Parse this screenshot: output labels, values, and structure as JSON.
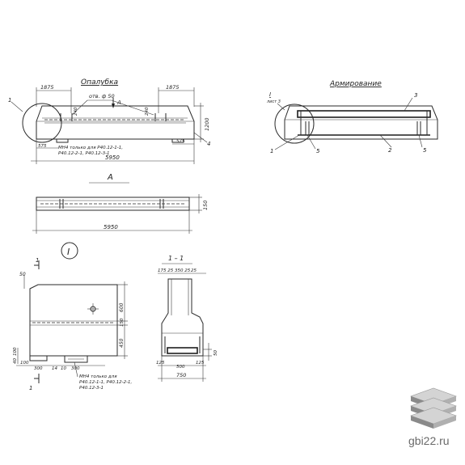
{
  "views": {
    "formwork_title": "Опалубка",
    "reinforcement_title": "Армирование",
    "view_a_label": "А",
    "detail_label": "I",
    "section_label": "1 – 1"
  },
  "formwork": {
    "dim_left_top": "1875",
    "dim_right_top": "1875",
    "hole_note": "отв. ф 50",
    "view_arrow": "А",
    "dim_240_left": "240",
    "dim_240_right": "240",
    "dim_height": "1200",
    "dim_overall": "5950",
    "dim_575_left": "575",
    "dim_575_right": "575",
    "note_line1": "МН4  только для Р40.12-1-1,",
    "note_line2": "Р40.12-2-1, Р40.12-3-1",
    "callout_1": "1",
    "callout_4": "4"
  },
  "reinforcement": {
    "callout_detail": "I",
    "callout_detail_sheet": "лист 3",
    "callout_3": "3",
    "callout_1": "1",
    "callout_5a": "5",
    "callout_2": "2",
    "callout_5b": "5"
  },
  "view_a": {
    "dim_length": "5950",
    "dim_height": "150"
  },
  "detail": {
    "dim_50_top": "50",
    "dim_600": "600",
    "dim_150": "150",
    "dim_450": "450",
    "dim_100": "100",
    "dim_40": "40",
    "dim_100_left": "100",
    "dim_300_a": "300",
    "dim_14": "14",
    "dim_10": "10",
    "dim_300_b": "300",
    "section_mark_top": "1",
    "section_mark_bottom": "1",
    "note_line1": "МН4  только для",
    "note_line2": "Р40.12-1-1, Р40.12-2-1,",
    "note_line3": "Р40.12-3-1"
  },
  "section": {
    "dim_top": "175 25 350 25",
    "dim_25": "25",
    "dim_50": "50",
    "dim_125": "125",
    "dim_500": "500",
    "dim_125b": "125",
    "dim_750": "750"
  },
  "footer": {
    "site": "gbi22.ru",
    "logo_icon": "stacked-slabs-icon"
  }
}
